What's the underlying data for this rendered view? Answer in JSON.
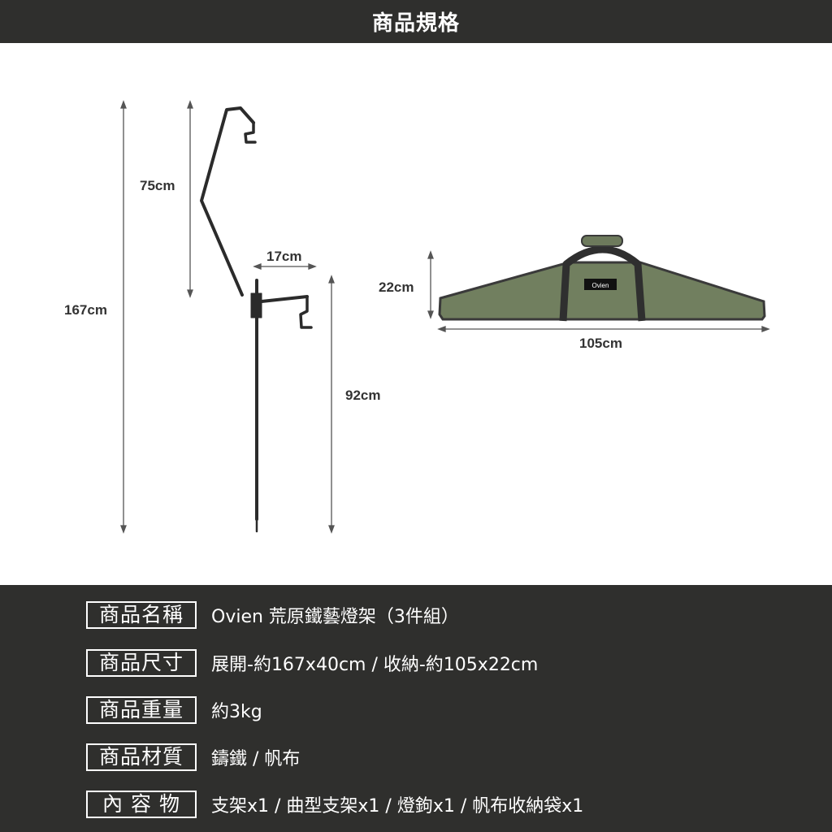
{
  "header": {
    "title": "商品規格"
  },
  "diagram": {
    "stand_labels": {
      "total_height": "167cm",
      "upper_height": "75cm",
      "arm_width": "17cm",
      "lower_height": "92cm"
    },
    "bag_labels": {
      "height": "22cm",
      "length": "105cm",
      "brand_tag": "Ovien"
    },
    "colors": {
      "bag_green": "#717f5f",
      "bag_trim": "#3a3a3a",
      "steel": "#2b2b2b",
      "dim_line": "#555555"
    }
  },
  "specs": [
    {
      "key": "商品名稱",
      "value": "Ovien 荒原鐵藝燈架（3件組）"
    },
    {
      "key": "商品尺寸",
      "value": "展開-約167x40cm / 收納-約105x22cm"
    },
    {
      "key": "商品重量",
      "value": "約3kg"
    },
    {
      "key": "商品材質",
      "value": "鑄鐵 / 帆布"
    },
    {
      "key": "內 容 物",
      "value": "支架x1 / 曲型支架x1 / 燈鉤x1 / 帆布收納袋x1"
    }
  ]
}
